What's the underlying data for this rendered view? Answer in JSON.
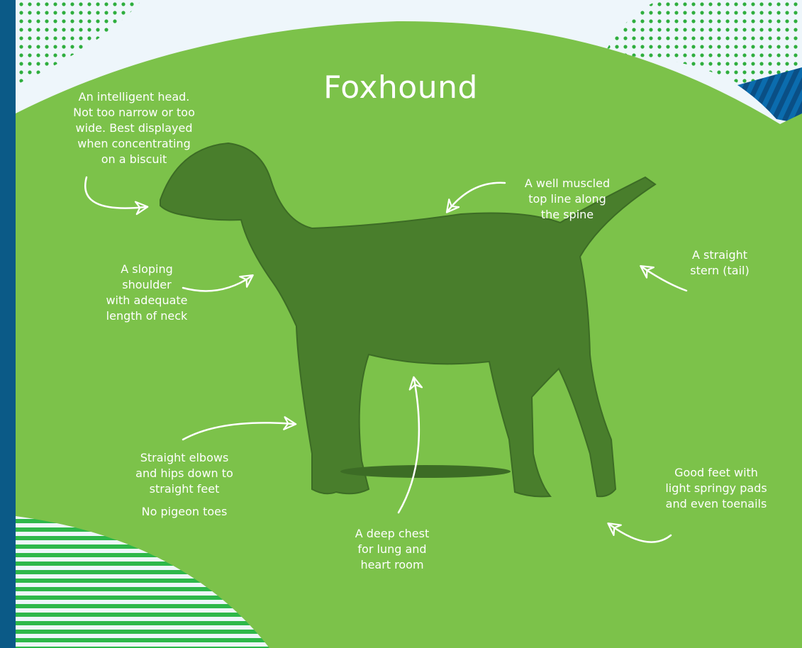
{
  "title": "Foxhound",
  "annotations": {
    "head": [
      "An intelligent head.",
      "Not too narrow or too",
      "wide. Best displayed",
      "when concentrating",
      "on a biscuit"
    ],
    "topline": [
      "A well muscled",
      "top line along",
      "the spine"
    ],
    "shoulder": [
      "A sloping",
      "shoulder",
      "with adequate",
      "length of neck"
    ],
    "stern": [
      "A straight",
      "stern (tail)"
    ],
    "elbows": [
      "Straight elbows",
      "and hips down to",
      "straight feet"
    ],
    "toes": "No pigeon toes",
    "chest": [
      "A deep chest",
      "for lung and",
      "heart room"
    ],
    "feet": [
      "Good feet with",
      "light springy pads",
      "and even toenails"
    ]
  },
  "colors": {
    "green": "#7cc24a",
    "navy": "#0b5a87",
    "light": "#eef6fb",
    "stripe_green": "#2eb84a",
    "dot": "#2fae3e",
    "blue_stripe": "#0b6cae"
  }
}
